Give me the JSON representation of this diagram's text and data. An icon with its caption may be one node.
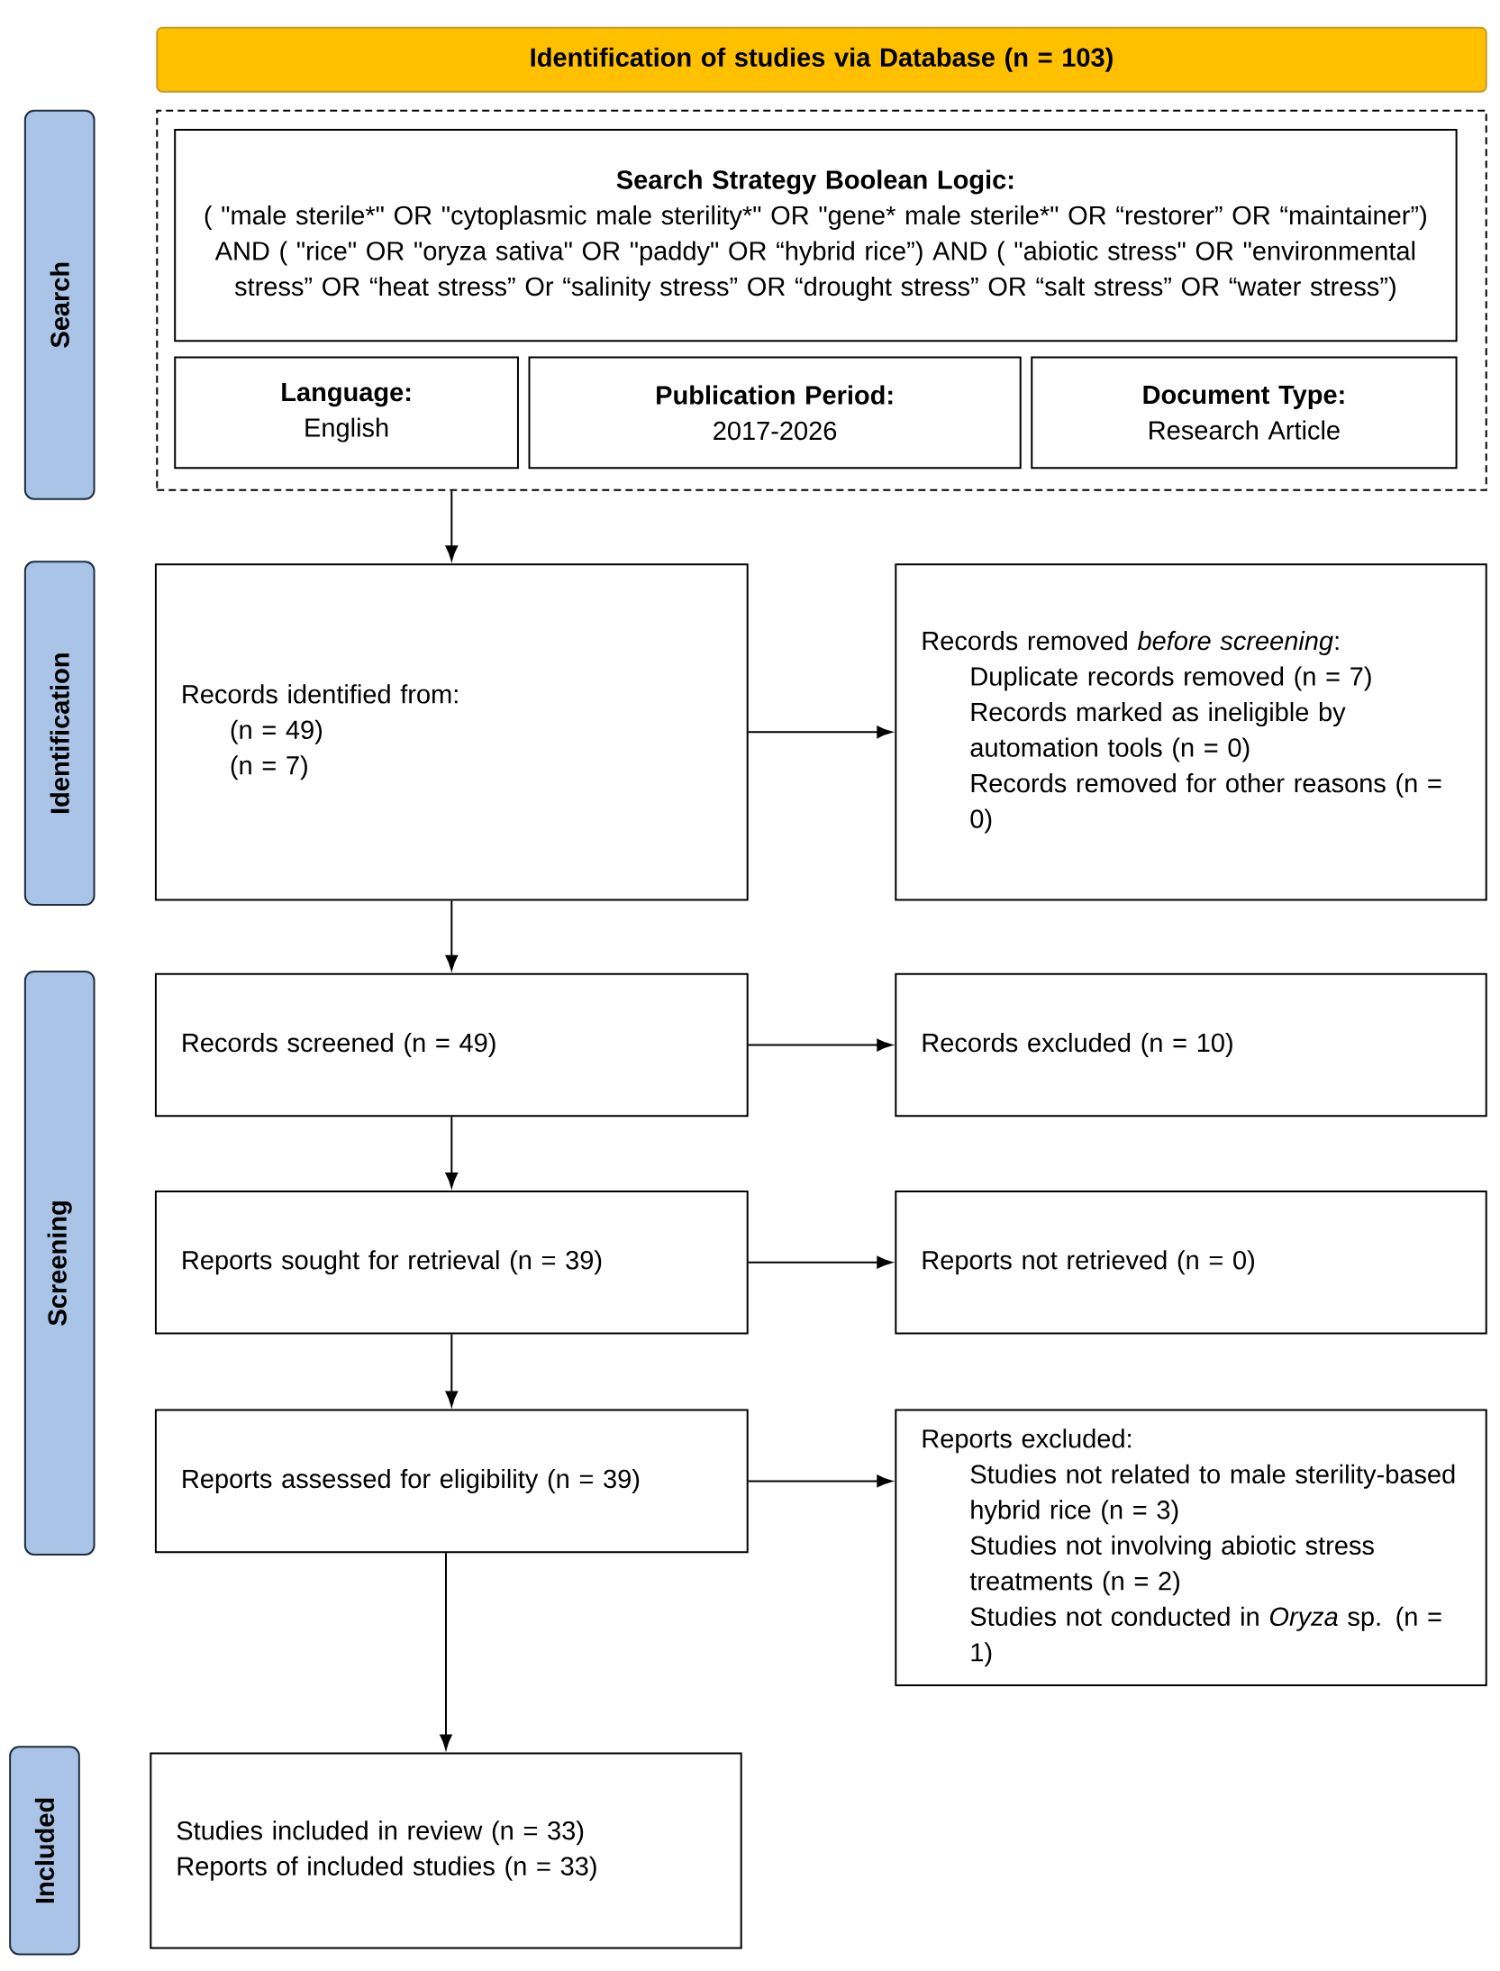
{
  "diagram": {
    "nodes": [
      {
        "text": [
          "Identification of studies via Database (n = 103)"
        ]
      },
      {
        "text": [],
        "shape": "box"
      },
      {
        "text": [
          "Search Strategy Boolean Logic:",
          "( \"male sterile*\" OR \"cytoplasmic male sterility*\" OR \"gene* male sterile*\" OR “restorer” OR “maintainer”) AND ( \"rice\" OR \"oryza sativa\" OR \"paddy\" OR “hybrid rice”) AND ( \"abiotic stress\" OR \"environmental stress” OR “heat stress” Or “salinity stress” OR “drought stress” OR “salt stress” OR “water stress”)"
        ],
        "in": 1
      },
      {
        "text": [
          "Language:",
          "English"
        ],
        "in": 1
      },
      {
        "text": [
          "Publication Period:",
          "2017-2026"
        ],
        "in": 1
      },
      {
        "text": [
          "Document Type:",
          "Research Article"
        ],
        "in": 1
      },
      {
        "text": [
          "Records identified from:",
          "(n = 49)",
          "(n = 7)"
        ]
      },
      {
        "text": [
          "Records removed *before screening*:",
          "Duplicate records removed (n = 7)",
          "Records marked as ineligible by automation tools (n = 0)",
          "Records removed for other reasons (n = 0)"
        ]
      },
      {
        "text": [
          "Records screened (n = 49)"
        ]
      },
      {
        "text": [
          "Records excluded (n = 10)"
        ]
      },
      {
        "text": [
          "Reports sought for retrieval (n = 39)"
        ]
      },
      {
        "text": [
          "Reports not retrieved (n = 0)"
        ]
      },
      {
        "text": [
          "Reports assessed for eligibility (n = 39)"
        ]
      },
      {
        "text": [
          "Reports excluded:",
          "Studies not related to male sterility-based hybrid rice (n = 3)",
          "Studies not involving abiotic stress treatments (n = 2)",
          "Studies not conducted in *Oryza* sp. (n = 1)"
        ]
      },
      {
        "text": [
          "Studies included in review (n = 33)",
          "Reports of included studies (n = 33)"
        ]
      },
      {
        "text": [
          "Search"
        ]
      },
      {
        "text": [
          "Identification"
        ]
      },
      {
        "text": [
          "Screening"
        ]
      },
      {
        "text": [
          "Included"
        ]
      }
    ],
    "edges": [
      {
        "from": 1,
        "to": 6,
        "arrow": "to"
      },
      {
        "from": 6,
        "to": 7,
        "arrow": "to"
      },
      {
        "from": 6,
        "to": 8,
        "arrow": "to"
      },
      {
        "from": 8,
        "to": 9,
        "arrow": "to"
      },
      {
        "from": 8,
        "to": 10,
        "arrow": "to"
      },
      {
        "from": 10,
        "to": 11,
        "arrow": "to"
      },
      {
        "from": 10,
        "to": 12,
        "arrow": "to"
      },
      {
        "from": 12,
        "to": 13,
        "arrow": "to"
      },
      {
        "from": 12,
        "to": 14,
        "arrow": "to"
      }
    ]
  }
}
